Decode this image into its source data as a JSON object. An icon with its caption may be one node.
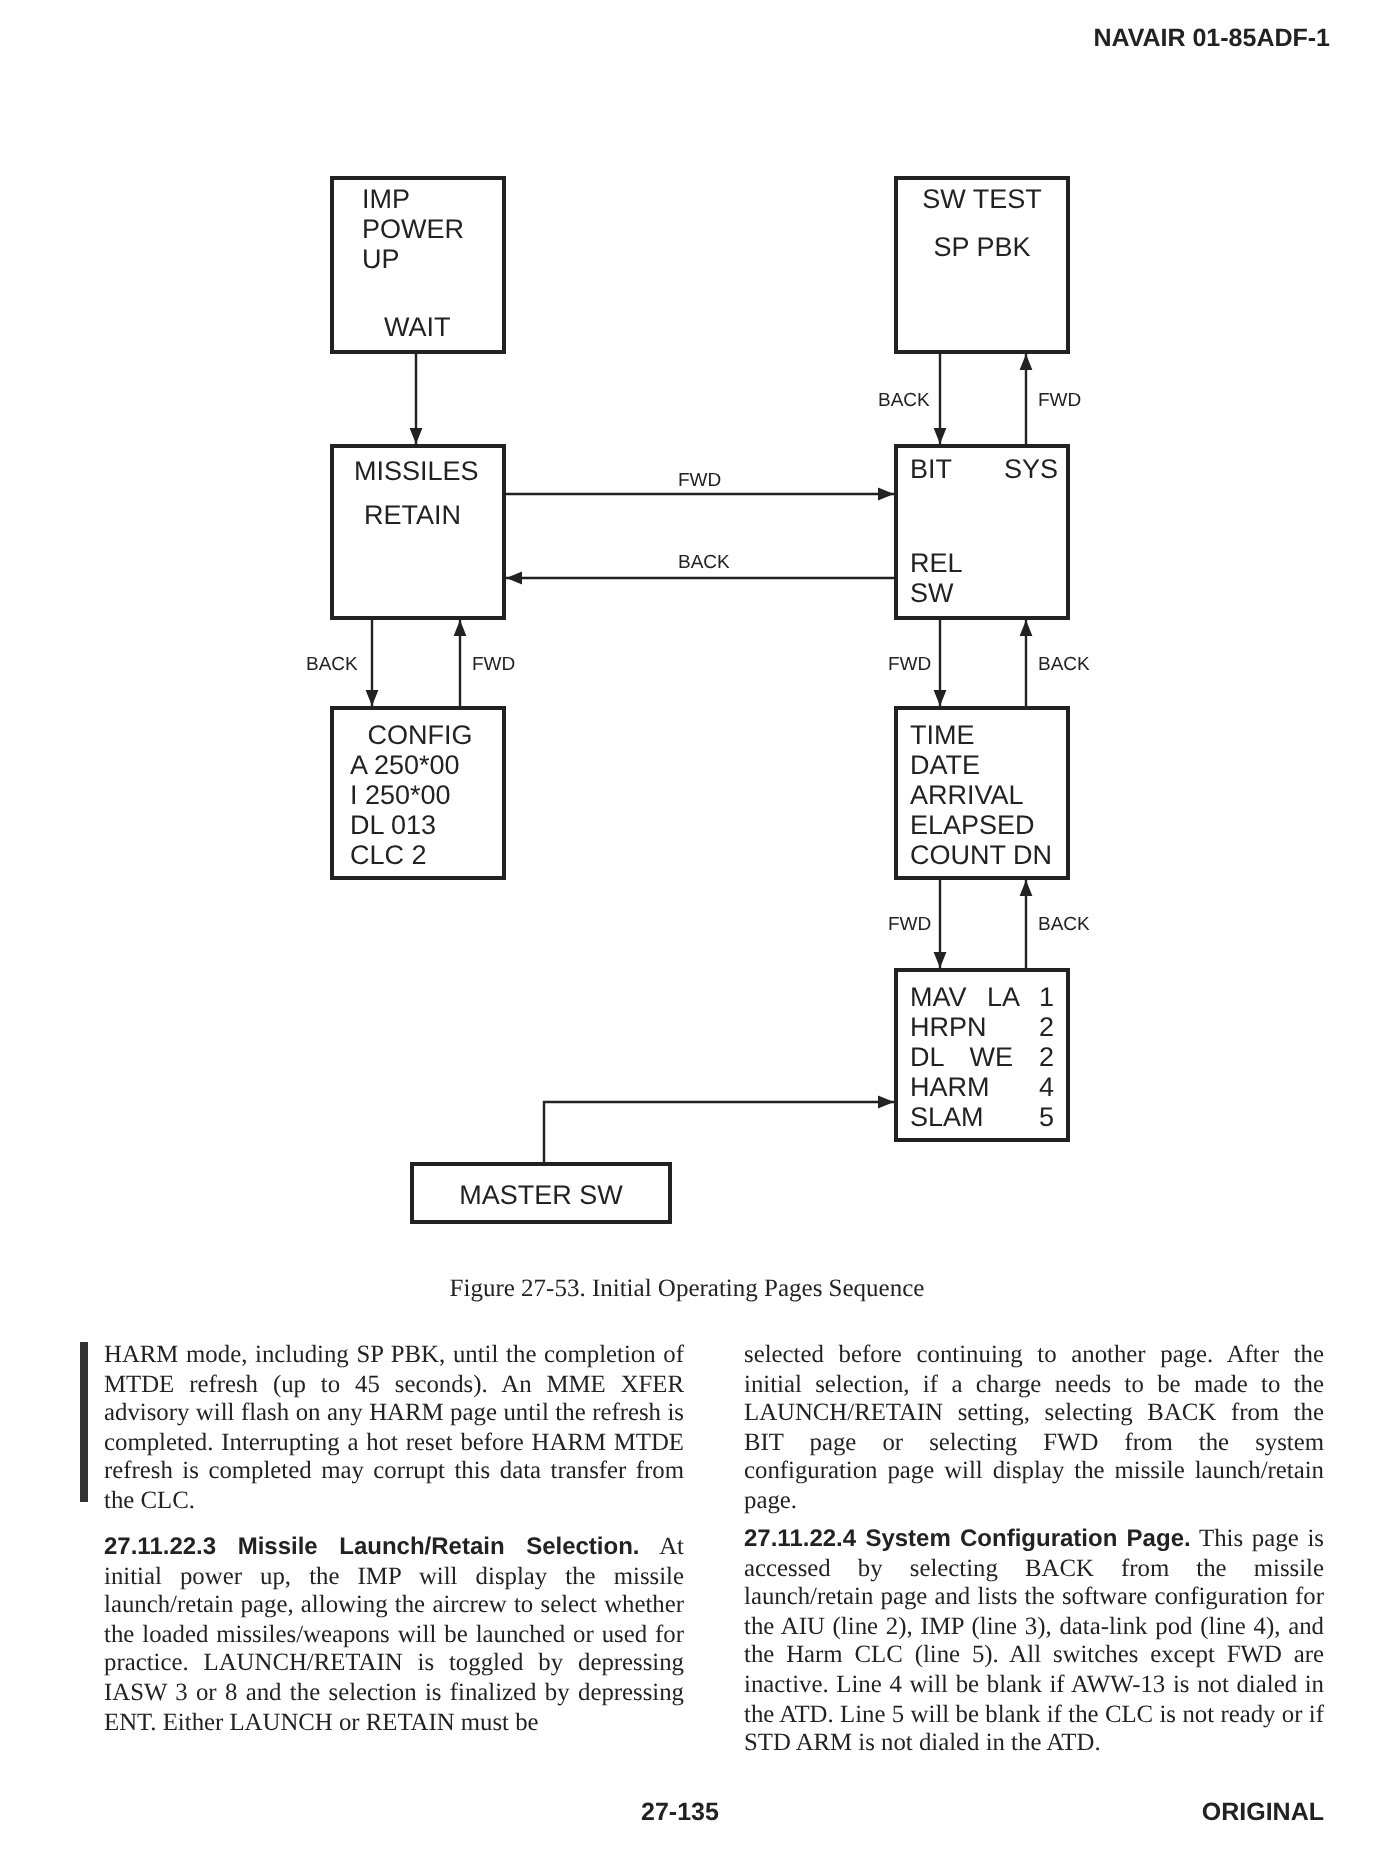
{
  "diagram": {
    "caption": "Figure 27-53. Initial Operating Pages Sequence",
    "nodes": [
      {
        "text": [
          "IMP POWER UP",
          "WAIT"
        ]
      },
      {
        "text": [
          "SW TEST",
          "SP PBK"
        ]
      },
      {
        "text": [
          "MISSILES",
          "RETAIN"
        ]
      },
      {
        "text": [
          "BIT",
          "SYS",
          "REL SW"
        ]
      },
      {
        "text": [
          "CONFIG",
          "A 250*00",
          "I 250*00",
          "DL 013",
          "CLC 2"
        ]
      },
      {
        "text": [
          "TIME",
          "DATE",
          "ARRIVAL",
          "ELAPSED",
          "COUNT DN"
        ]
      },
      {
        "text": [
          "MAV LA 1",
          "HRPN 2",
          "DL WE 2",
          "HARM 4",
          "SLAM 5"
        ]
      },
      {
        "text": [
          "MASTER SW"
        ]
      }
    ],
    "edges": [
      {
        "from": 0,
        "to": 2,
        "arrow": "to"
      },
      {
        "from": 1,
        "to": 3,
        "arrow": "to",
        "label": "BACK"
      },
      {
        "from": 3,
        "to": 1,
        "arrow": "to",
        "label": "FWD"
      },
      {
        "from": 2,
        "to": 3,
        "arrow": "to",
        "label": "FWD"
      },
      {
        "from": 3,
        "to": 2,
        "arrow": "to",
        "label": "BACK"
      },
      {
        "from": 2,
        "to": 4,
        "arrow": "to",
        "label": "BACK"
      },
      {
        "from": 4,
        "to": 2,
        "arrow": "to",
        "label": "FWD"
      },
      {
        "from": 3,
        "to": 5,
        "arrow": "to",
        "label": "FWD"
      },
      {
        "from": 5,
        "to": 3,
        "arrow": "to",
        "label": "BACK"
      },
      {
        "from": 5,
        "to": 6,
        "arrow": "to",
        "label": "FWD"
      },
      {
        "from": 6,
        "to": 5,
        "arrow": "to",
        "label": "BACK"
      },
      {
        "from": 7,
        "to": 6,
        "arrow": "to"
      }
    ],
    "labels": [
      "NAVAIR 01-85ADF-1",
      "HARM mode, including SP PBK, until the completion of MTDE refresh (up to 45 seconds). An MME XFER advisory will flash on any HARM page until the refresh is completed. Interrupting a hot reset before HARM MTDE refresh is completed may corrupt this data transfer from the CLC.",
      "**27.11.22.3 Missile Launch/Retain Selection.** At initial power up, the IMP will display the missile launch/retain page, allowing the aircrew to select whether the loaded missiles/weapons will be launched or used for practice. LAUNCH/RETAIN is toggled by depressing IASW 3 or 8 and the selection is finalized by depressing ENT. Either LAUNCH or RETAIN must be",
      "selected before continuing to another page. After the initial selection, if a charge needs to be made to the LAUNCH/RETAIN setting, selecting BACK from the BIT page or selecting FWD from the system configuration page will display the missile launch/retain page.",
      "**27.11.22.4 System Configuration Page.** This page is accessed by selecting BACK from the missile launch/retain page and lists the software configuration for the AIU (line 2), IMP (line 3), data-link pod (line 4), and the Harm CLC (line 5). All switches except FWD are inactive. Line 4 will be blank if AWW-13 is not dialed in the ATD. Line 5 will be blank if the CLC is not ready or if STD ARM is not dialed in the ATD.",
      "27-135",
      "ORIGINAL"
    ]
  }
}
